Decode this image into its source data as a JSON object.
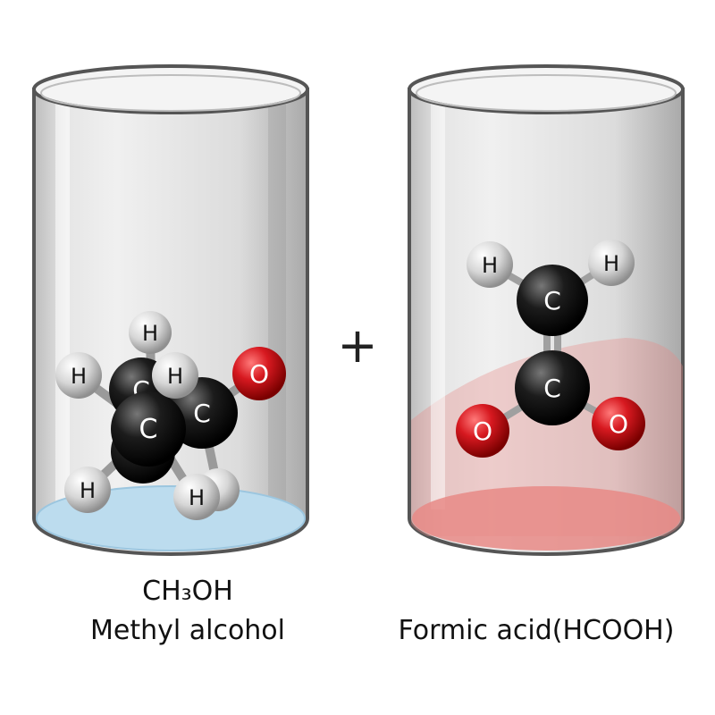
{
  "operator": "+",
  "atoms": {
    "carbon": "C",
    "hydrogen": "H",
    "oxygen": "O"
  },
  "left": {
    "formula": "CH₃OH",
    "name": "Methyl alcohol",
    "liquid_color": "#bcdcee"
  },
  "right": {
    "name": "Formic acid(HCOOH)",
    "liquid_color": "#e88a86"
  },
  "colors": {
    "carbon": "#1a1a1a",
    "hydrogen": "#d8d8d8",
    "oxygen": "#d71920",
    "glass": "#d9d9d9",
    "glass_edge": "#555555"
  }
}
